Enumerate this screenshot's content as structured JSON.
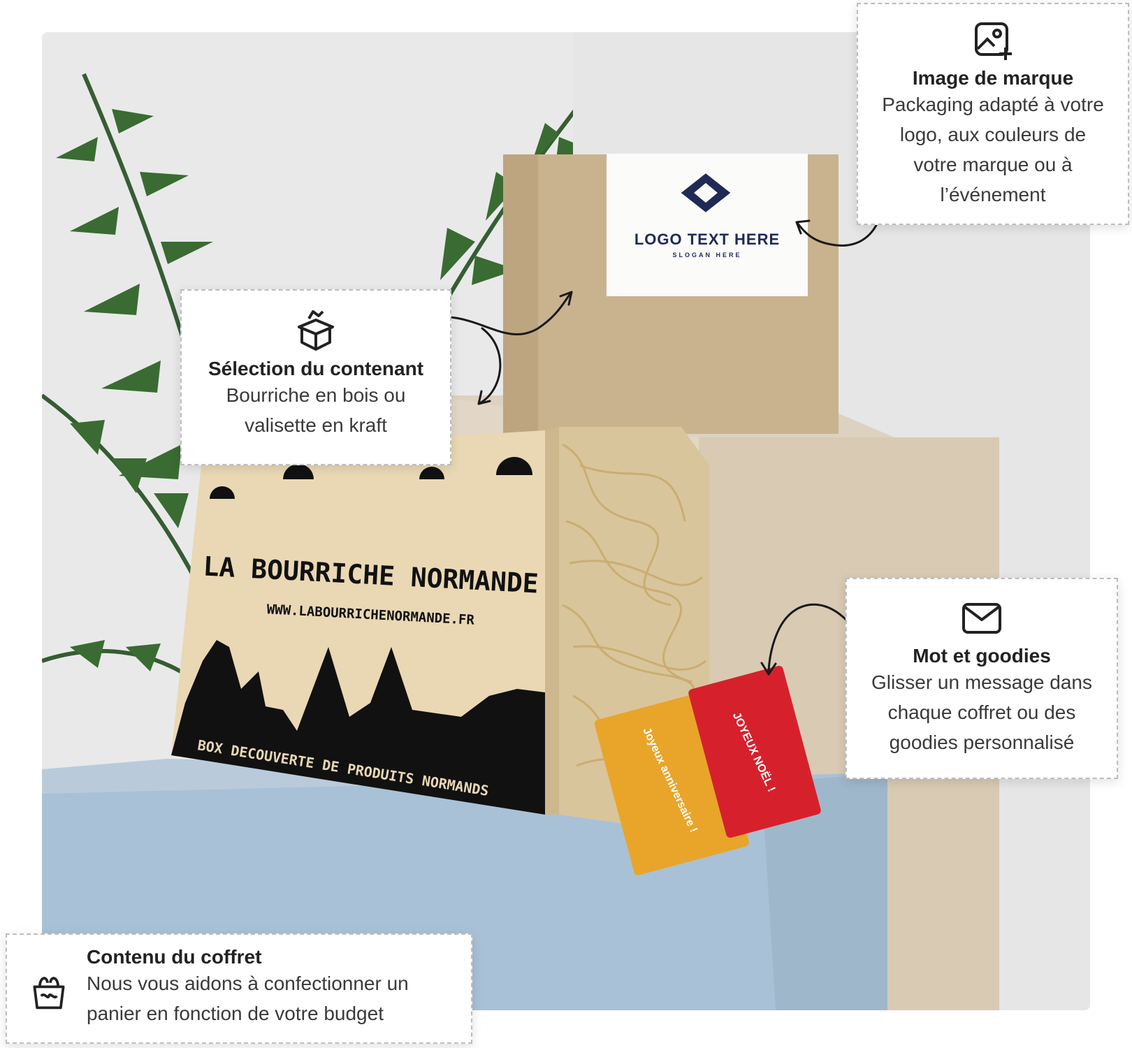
{
  "kraft_box": {
    "logo_text": "LOGO TEXT HERE",
    "slogan": "SLOGAN HERE"
  },
  "wood_box": {
    "title": "LA BOURRICHE NORMANDE",
    "url": "WWW.LABOURRICHENORMANDE.FR",
    "subtitle": "BOX DECOUVERTE DE PRODUITS NORMANDS"
  },
  "cards": {
    "orange": "Joyeux anniversaire !",
    "red": "JOYEUX NOËL !"
  },
  "callouts": {
    "brand": {
      "icon": "image-plus-icon",
      "title": "Image de marque",
      "lines": [
        "Packaging adapté à votre",
        "logo, aux couleurs de",
        "votre marque ou à",
        "l’événement"
      ]
    },
    "container": {
      "icon": "box-open-icon",
      "title": "Sélection du contenant",
      "lines": [
        "Bourriche en bois ou",
        "valisette en kraft"
      ]
    },
    "message": {
      "icon": "envelope-icon",
      "title": "Mot et goodies",
      "lines": [
        "Glisser un message dans",
        "chaque coffret ou des",
        "goodies personnalisé"
      ]
    },
    "content": {
      "icon": "basket-icon",
      "title": "Contenu du coffret",
      "lines": [
        "Nous vous aidons à confectionner un",
        "panier en fonction de votre budget"
      ]
    }
  },
  "colors": {
    "kraft": "#c9b38e",
    "pedestal_beige": "#d9ccb7",
    "pedestal_blue": "#a9c1d6",
    "plywood": "#e8d7b3",
    "straw": "#d8bf8c",
    "leaf": "#2f5a2c",
    "logo_navy": "#1f2a55",
    "card_orange": "#e8a52a",
    "card_red": "#d6212c"
  }
}
